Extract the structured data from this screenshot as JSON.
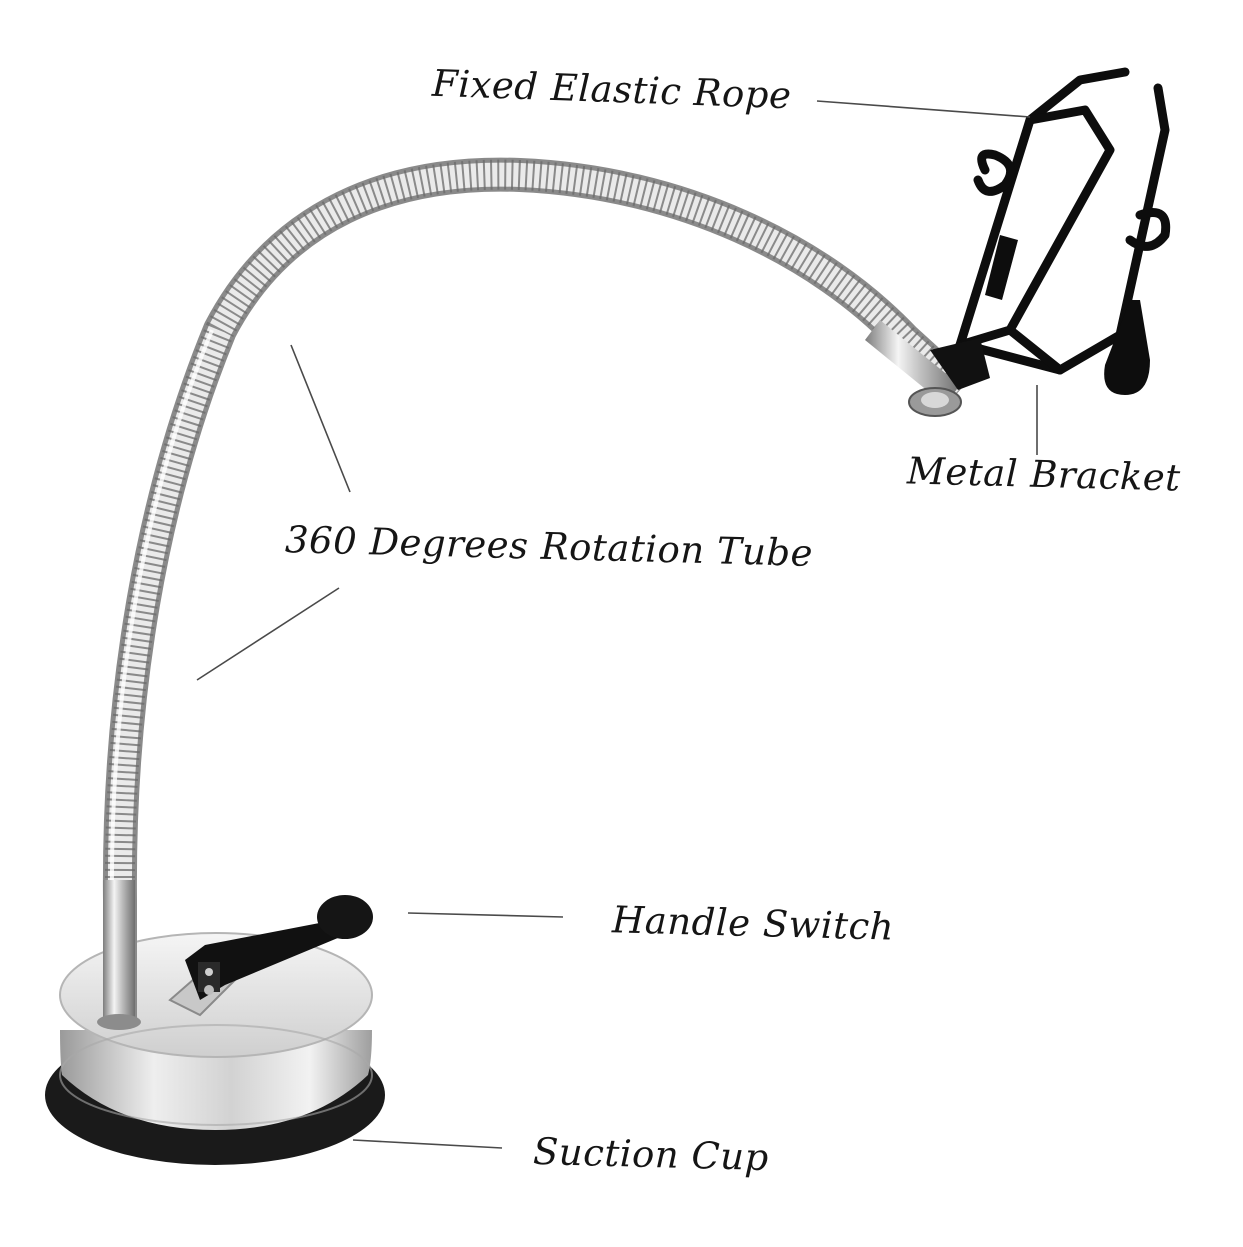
{
  "labels": {
    "fixed_elastic_rope": "Fixed Elastic Rope",
    "metal_bracket": "Metal Bracket",
    "rotation_tube": "360 Degrees Rotation Tube",
    "handle_switch": "Handle Switch",
    "suction_cup": "Suction Cup"
  },
  "colors": {
    "background": "#ffffff",
    "label_text": "#151515",
    "leader_line": "#4a4a4a",
    "chrome_light": "#e6e6e6",
    "chrome_dark": "#8c8c8c",
    "bracket_black": "#0d0d0d",
    "rubber_black": "#1a1a1a"
  }
}
